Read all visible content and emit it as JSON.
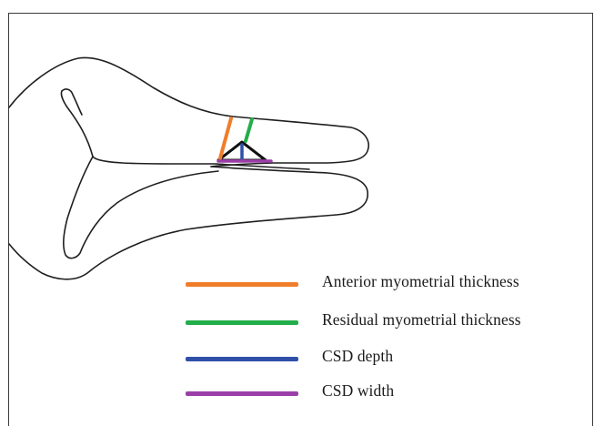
{
  "legend": {
    "items": [
      {
        "label": "Anterior myometrial thickness",
        "color": "#f07d2a"
      },
      {
        "label": "Residual myometrial thickness",
        "color": "#22ae4a"
      },
      {
        "label": "CSD depth",
        "color": "#2f4fa8"
      },
      {
        "label": "CSD width",
        "color": "#9b3fa8"
      }
    ]
  },
  "diagram": {
    "outline_color": "#1f1f1f",
    "measure_colors": {
      "anterior": "#f07d2a",
      "residual": "#22ae4a",
      "depth": "#2f4fa8",
      "width": "#9b3fa8",
      "defect": "#111111"
    }
  }
}
